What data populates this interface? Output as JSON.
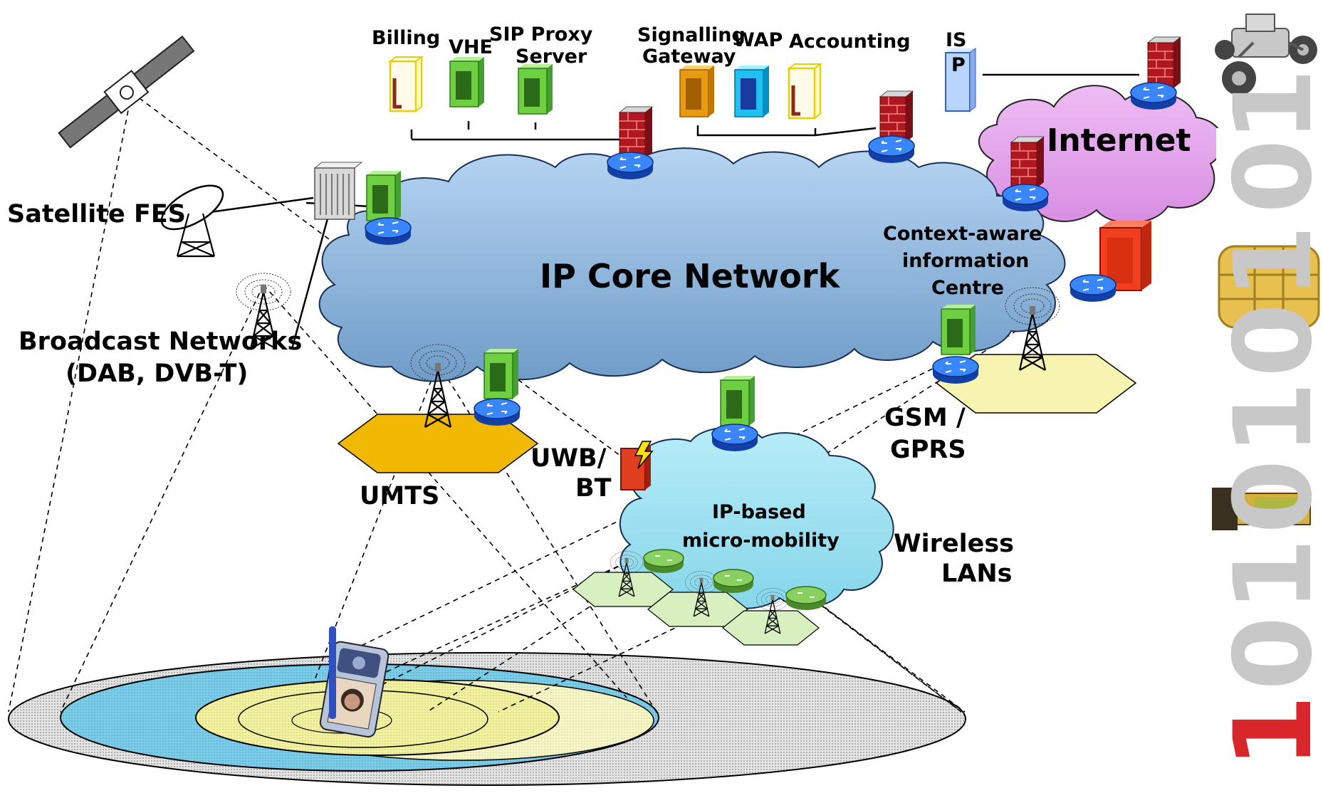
{
  "diagram": {
    "labels": {
      "billing": "Billing",
      "vhe": "VHE",
      "sip_proxy_line1": "SIP Proxy",
      "sip_proxy_line2": "Server",
      "signalling_line1": "Signalling",
      "signalling_line2": "Gateway",
      "wap": "WAP",
      "accounting": "Accounting",
      "isp_line1": "IS",
      "isp_line2": "P",
      "internet": "Internet",
      "ip_core": "IP Core Network",
      "satellite": "Satellite FES",
      "broadcast_line1": "Broadcast Networks",
      "broadcast_line2": "(DAB, DVB-T)",
      "context_line1": "Context-aware",
      "context_line2": "information",
      "context_line3": "Centre",
      "gsm_line1": "GSM /",
      "gsm_line2": "GPRS",
      "uwb_line1": "UWB/",
      "uwb_line2": "BT",
      "umts": "UMTS",
      "micro_line1": "IP-based",
      "micro_line2": "micro-mobility",
      "wlan_line1": "Wireless",
      "wlan_line2": "LANs"
    },
    "side_strip_digits": [
      "1",
      "0",
      "1",
      "0",
      "1",
      "0",
      "1",
      "0",
      "1"
    ],
    "colors": {
      "core_cloud": "#8fb8e0",
      "internet_cloud": "#e6a6ee",
      "micro_cloud": "#9ee4f2",
      "router": "#2b6fe0",
      "umts_cell": "#f0b800",
      "gsm_cell": "#f6f4b0",
      "wlan_cell": "#d8f0c0",
      "firewall": "#c8202a",
      "strip_red": "#d8262a",
      "strip_gray": "#c8c8c8"
    }
  }
}
